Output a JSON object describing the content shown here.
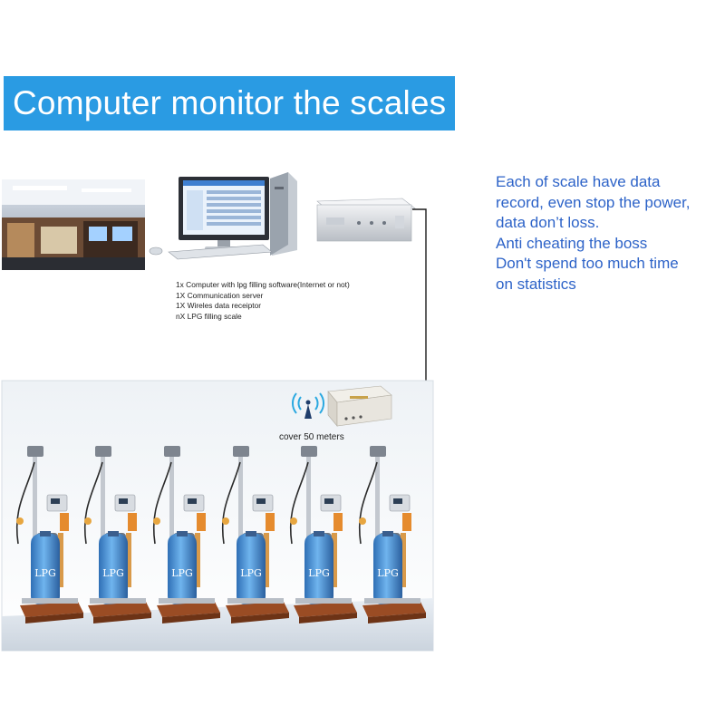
{
  "banner": {
    "title": "Computer monitor the scales",
    "color": "#2a9be3"
  },
  "notes": [
    "Each of scale have data",
    "record, even stop the power,",
    "data don’t loss.",
    "Anti cheating the boss",
    "Don't spend too much time",
    "on statistics"
  ],
  "notes_color": "#2d63c8",
  "equipment": [
    "1x Computer with lpg filling software(Internet or not)",
    "1X Communication server",
    "1X Wireles data receiptor",
    "nX LPG filling scale"
  ],
  "coverage_label": "cover 50 meters",
  "cylinder_label": "LPG",
  "scales_count": 6,
  "icons": [
    "office-photo",
    "desktop-computer-icon",
    "communication-server-icon",
    "wireless-antenna-icon",
    "data-receiver-icon",
    "lpg-filling-scale-icon"
  ]
}
